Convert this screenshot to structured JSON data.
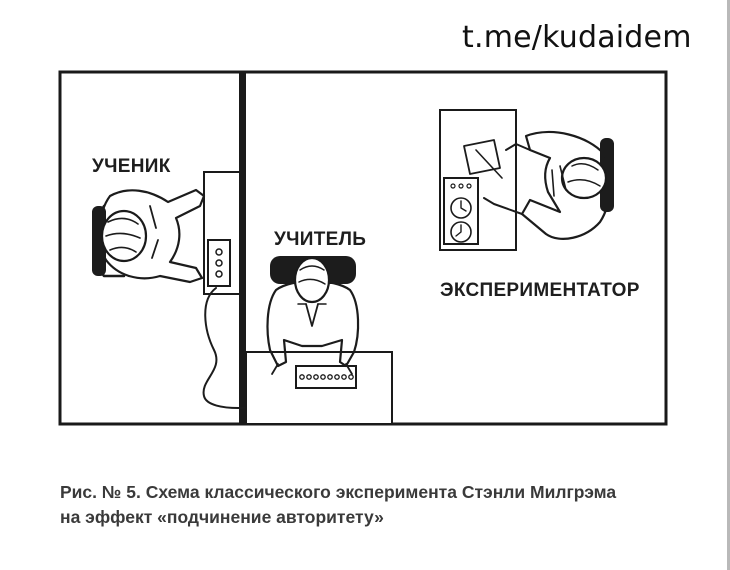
{
  "watermark": "t.me/kudaidem",
  "labels": {
    "learner": "УЧЕНИК",
    "teacher": "УЧИТЕЛЬ",
    "experimenter": "ЭКСПЕРИМЕНТАТОР"
  },
  "caption": {
    "line1": "Рис. № 5. Схема классического эксперимента Стэнли Милгрэма",
    "line2": "на эффект «подчинение авторитету»"
  }
}
